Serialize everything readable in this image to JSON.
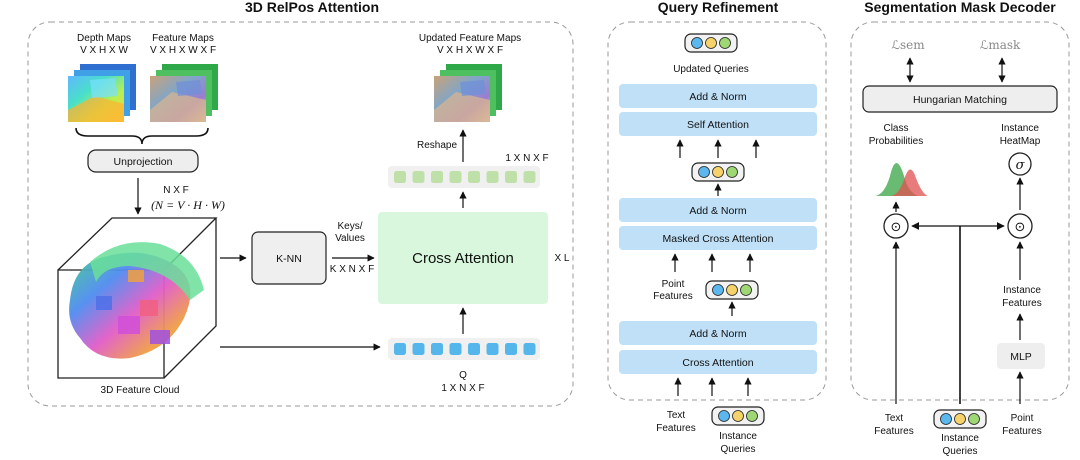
{
  "relpos": {
    "title": "3D RelPos Attention",
    "depth_maps": "Depth Maps",
    "depth_dims": "V X H X W",
    "feature_maps": "Feature Maps",
    "feature_dims": "V X H X W X F",
    "unprojection": "Unprojection",
    "nxf": "N X  F",
    "n_formula": "(N = V · H · W)",
    "knn": "K-NN",
    "keys_values_1": "Keys/",
    "keys_values_2": "Values",
    "kxnxf": "K X N X F",
    "cross_attention": "Cross Attention",
    "xl": "X L",
    "updated_maps": "Updated Feature Maps",
    "updated_dims": "V X H X W X F",
    "reshape": "Reshape",
    "onexnxf_top": "1 X N X F",
    "feature_cloud": "3D Feature Cloud",
    "q": "Q",
    "onexnxf_bottom": "1 X N X F"
  },
  "query": {
    "title": "Query Refinement",
    "updated_queries": "Updated Queries",
    "add_norm_1": "Add & Norm",
    "self_attention": "Self Attention",
    "add_norm_2": "Add & Norm",
    "masked_cross_attention": "Masked Cross Attention",
    "point_features_1": "Point",
    "point_features_2": "Features",
    "add_norm_3": "Add & Norm",
    "cross_attention": "Cross Attention",
    "text_features_1": "Text",
    "text_features_2": "Features",
    "instance_queries_1": "Instance",
    "instance_queries_2": "Queries"
  },
  "decoder": {
    "title": "Segmentation Mask Decoder",
    "l_sem": "ℒsem",
    "l_mask": "ℒmask",
    "hungarian": "Hungarian Matching",
    "class_prob_1": "Class",
    "class_prob_2": "Probabilities",
    "instance_heatmap_1": "Instance",
    "instance_heatmap_2": "HeatMap",
    "sigma": "σ",
    "dot": "⊙",
    "instance_features_1": "Instance",
    "instance_features_2": "Features",
    "mlp": "MLP",
    "text_features_1": "Text",
    "text_features_2": "Features",
    "instance_queries_1": "Instance",
    "instance_queries_2": "Queries",
    "point_features_1": "Point",
    "point_features_2": "Features"
  },
  "colors": {
    "block_blue": "#bfe0f7",
    "cross_attention_green": "#d9f7dc",
    "knn_gray": "#efefef",
    "query_blue": "#5bb8ee",
    "query_yellow": "#f5d36a",
    "query_green": "#9ed774",
    "token_green": "#bfe0a8",
    "token_blue": "#55b6ec"
  }
}
